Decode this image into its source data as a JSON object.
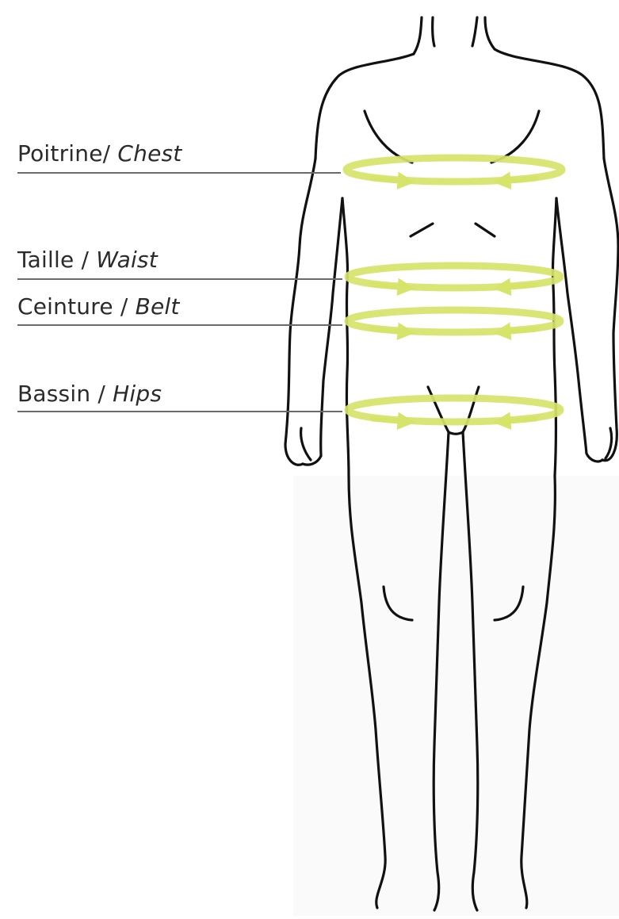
{
  "measurements": [
    {
      "id": "chest",
      "fr": "Poitrine/ ",
      "en": "Chest"
    },
    {
      "id": "waist",
      "fr": "Taille / ",
      "en": "Waist"
    },
    {
      "id": "belt",
      "fr": "Ceinture / ",
      "en": "Belt"
    },
    {
      "id": "hips",
      "fr": "Bassin / ",
      "en": "Hips"
    }
  ],
  "colors": {
    "ring": "#d6e46a",
    "ring_dark": "#c7d84e",
    "outline": "#111111",
    "leader_line": "#6a6a6a",
    "label_text": "#2b2b2b",
    "background": "#ffffff"
  }
}
